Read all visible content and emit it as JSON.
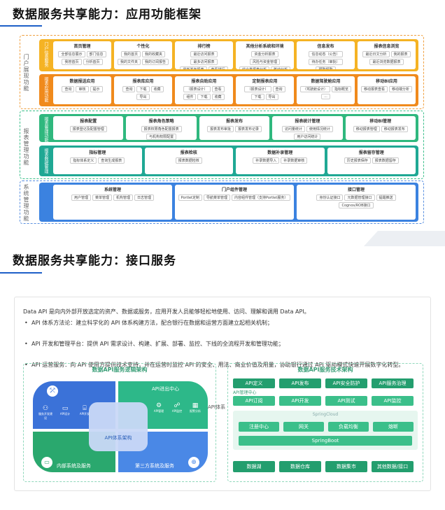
{
  "section1": {
    "title": "数据服务共享能力：应用功能框架",
    "rows": [
      {
        "side": "门户展现功能",
        "label": "门户信息服务",
        "color": "#f5b324",
        "cards": [
          {
            "title": "首页管理",
            "lines": [
              "全部信息展示",
              "部门信息",
              "我管首页",
              "分析首页"
            ]
          },
          {
            "title": "个性化",
            "lines": [
              "我的首页",
              "我的收藏夹",
              "我的文件夹",
              "我的订阅报告"
            ]
          },
          {
            "title": "排行榜",
            "lines": [
              "最近访问报表",
              "最多访问报表",
              "最新发布报表",
              "查看排行"
            ]
          },
          {
            "title": "其他分析系统和环境",
            "lines": [
              "资金分析报表",
              "风险与资金管理",
              "综合类报表分析",
              "移动分析"
            ]
          },
          {
            "title": "信息发布",
            "lines": [
              "信息动态（公告）",
              "待办任务（审批）",
              "预警报警"
            ]
          },
          {
            "title": "报表信息浏览",
            "lines": [
              "最近日文分析",
              "我的报表",
              "最近浏览数据报表"
            ]
          }
        ]
      },
      {
        "side": "",
        "label": "报表应用功能",
        "color": "#f08a1c",
        "cards": [
          {
            "title": "数据报送应用",
            "lines": [
              "查询",
              "审核",
              "提示"
            ]
          },
          {
            "title": "报表库应用",
            "lines": [
              "查询",
              "下载",
              "收藏",
              "导出"
            ]
          },
          {
            "title": "报表自助应用",
            "lines": [
              "（报表设计）",
              "查看",
              "组件",
              "下载",
              "收藏"
            ]
          },
          {
            "title": "定制报表应用",
            "lines": [
              "（报表设计）",
              "查询",
              "下载",
              "导出"
            ]
          },
          {
            "title": "数据驾驶舱应用",
            "lines": [
              "（驾驶舱设计）",
              "指标概览",
              "..."
            ]
          },
          {
            "title": "移动BI应用",
            "lines": [
              "移动报表查看",
              "移动端分析"
            ]
          }
        ]
      },
      {
        "side": "报表管理功能",
        "label": "报表管理功能",
        "color": "#2fb87e",
        "cards": [
          {
            "title": "报表配置",
            "lines": [
              "报表登记及配置管理"
            ]
          },
          {
            "title": "报表角色策略",
            "lines": [
              "报表权限角色配置报表",
              "与机构权限配置"
            ]
          },
          {
            "title": "报表发布",
            "lines": [
              "报表发布审批",
              "报表发布记录"
            ]
          },
          {
            "title": "报表统计管理",
            "lines": [
              "访问量统计",
              "使用情况统计",
              "用户访问统计"
            ]
          },
          {
            "title": "移动BI管理",
            "lines": [
              "移动报表管理",
              "移动报表发布"
            ]
          }
        ]
      },
      {
        "side": "",
        "label": "报表数据管理",
        "color": "#1fa894",
        "cards": [
          {
            "title": "指标管理",
            "lines": [
              "指标体系定义",
              "查询生成报表"
            ]
          },
          {
            "title": "报表检核",
            "lines": [
              "报表数据检核"
            ]
          },
          {
            "title": "数据补录管理",
            "lines": [
              "补录数据导入",
              "补录数据审核"
            ]
          },
          {
            "title": "报表留存管理",
            "lines": [
              "历史报表保存",
              "报表数据留存"
            ]
          }
        ]
      },
      {
        "side": "系统管理功能",
        "label": "",
        "color": "#3b82e0",
        "cards": [
          {
            "title": "系统管理",
            "lines": [
              "用户管理",
              "菜单管理",
              "机构管理",
              "日志管理"
            ]
          },
          {
            "title": "门户组件管理",
            "lines": [
              "Portlet定制",
              "导航菜单管理",
              "内容组件管理（支持Portlet服务）"
            ]
          },
          {
            "title": "接口管理",
            "lines": [
              "身份认证接口",
              "元数据管理接口",
              "提醒推送",
              "Cognos/ROB接口"
            ]
          }
        ]
      }
    ]
  },
  "section2": {
    "title": "数据服务共享能力：接口服务",
    "intro": "Data API 是向内外部开放选定的资产、数据或服务，应用开发人员能够轻松地使用、访问、理解和调用 Data API。",
    "bullets": [
      "API 体系方法论：建立科学化的 API 体系构建方法，配合银行在数据和运营方面建立起相关机制；",
      "API 开发和管理平台：提供 API 需求设计、构建、扩展、部署、监控、下线的全流程开发和管理功能；",
      "API 运营服务：向 API 使用方提供技术支持，并在运营时监控 API 的安全、用法、商业价值及用量，协助银行通过 API 驱动模式快速开展数字化转型。"
    ],
    "logic": {
      "title": "数据API服务逻辑架构",
      "quad_tr": "API进出中心",
      "quad_bl": "内部系统及服务",
      "quad_br": "第三方系统及服务",
      "center": "API体系架构",
      "side_label": "API体系",
      "tr_icons": [
        "API管理",
        "API监控",
        "报警分析"
      ],
      "tl_icons": [
        "服务开发建设",
        "API设计",
        "API开发"
      ]
    },
    "tech": {
      "title": "数据API服务技术架构",
      "top_row": [
        "API定义",
        "API发布",
        "API安全防护",
        "API服务治理"
      ],
      "second_row": [
        "API订阅",
        "API开发",
        "API测试",
        "API监控"
      ],
      "api_mgmt": "API管理中心",
      "springcloud": "SpringCloud",
      "cloud_row": [
        "注册中心",
        "网关",
        "负载均衡",
        "熔断"
      ],
      "springboot": "SpringBoot",
      "bottom_row": [
        "数据湖",
        "数据仓库",
        "数据集市",
        "其他数据/接口"
      ]
    }
  }
}
